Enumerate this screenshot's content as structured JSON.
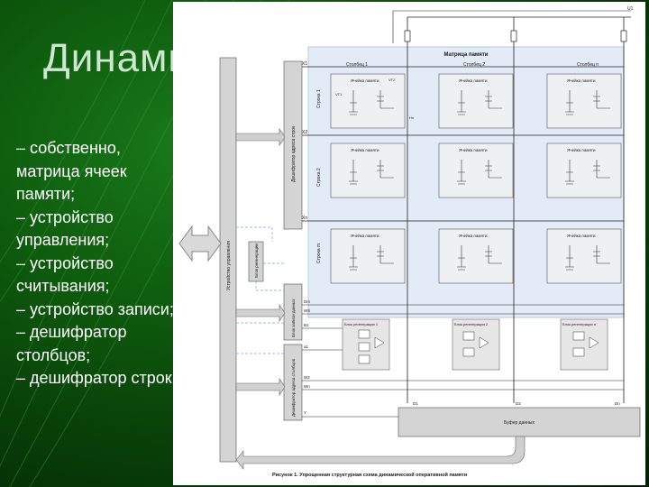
{
  "slide": {
    "title": "Динамическая память",
    "bullets": [
      "– собственно, матрица ячеек памяти;",
      "– устройство управления;",
      "– устройство считывания;",
      "– устройство записи;",
      "– дешифратор столбцов;",
      "– дешифратор строк;"
    ]
  },
  "diagram": {
    "matrix_label": "Матрица памяти",
    "column_labels": [
      "Столбец 1",
      "Столбец 2",
      "Столбец n"
    ],
    "row_labels": [
      "Строка 1",
      "Строка 2",
      "Строка m"
    ],
    "cell_label": "Ячейка памяти",
    "control_block": "Устройство управления",
    "row_decoder": "Дешифратор адреса строк",
    "regen": "Блок регенерации",
    "write_block": "Блок записи данных",
    "col_decoder": "Дешифратор адреса столбцов",
    "buffer": "Буфер данных",
    "regen_blocks": [
      "Блок регенерации 1",
      "Блок регенерации 2",
      "Блок регенерации n"
    ],
    "signals": {
      "u1": "U1",
      "x1": "X1",
      "x2": "X2",
      "xn": "Xn",
      "dm": "Dm",
      "ws": "WS",
      "b1": "B1",
      "a1": "a1",
      "wr": "W2",
      "wn": "Wn",
      "y": "Y",
      "d1": "D1",
      "d2": "D2",
      "dn": "Dn",
      "vt1": "VT1",
      "vt2": "VT2",
      "hn": "Hn"
    },
    "caption": "Рисунок 1. Упрощенная структурная схема динамической оперативной памяти"
  }
}
